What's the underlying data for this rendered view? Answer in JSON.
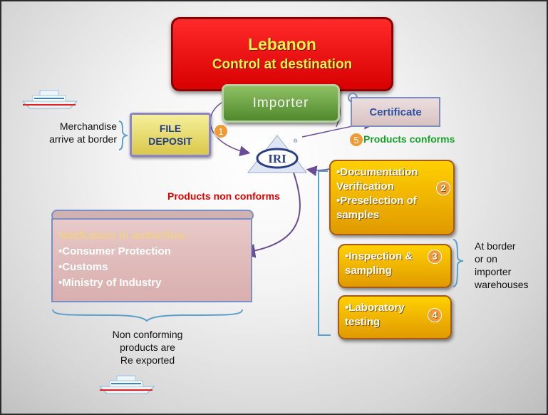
{
  "title": {
    "line1": "Lebanon",
    "line2": "Control at destination"
  },
  "importer": "Importer",
  "certificate": "Certificate",
  "iri_logo": "IRI",
  "file_deposit": {
    "line1": "FILE",
    "line2": "DEPOSIT"
  },
  "merchandise": {
    "line1": "Merchandise",
    "line2": "arrive at border"
  },
  "steps": {
    "n1": "1",
    "n2": "2",
    "n3": "3",
    "n4": "4",
    "n5": "5"
  },
  "products_conforms": "Products conforms",
  "products_non_conforms": "Products non conforms",
  "documentation": {
    "line1": "•Documentation",
    "line2": "Verification",
    "line3": "•Preselection of",
    "line4": "samples"
  },
  "inspection": {
    "line1": "•Inspection &",
    "line2": "sampling"
  },
  "laboratory": {
    "line1": "•Laboratory",
    "line2": "testing"
  },
  "location": {
    "line1": "At border",
    "line2": "or on",
    "line3": "importer",
    "line4": "warehouses"
  },
  "notification": {
    "heading": "Notification to authorities :",
    "item1": "•Consumer Protection",
    "item2": "•Customs",
    "item3": "•Ministry of Industry"
  },
  "reexport": {
    "line1": "Non conforming",
    "line2": "products are",
    "line3": "Re exported"
  },
  "colors": {
    "title_bg": "#e00000",
    "title_text": "#f5f24c",
    "importer_bg": "#5e9636",
    "gold_box": "#f0b400",
    "non_conform_text": "#e00000",
    "conform_text": "#17a32a",
    "arrow": "#6a4c96",
    "bracket": "#5aa0c8"
  }
}
